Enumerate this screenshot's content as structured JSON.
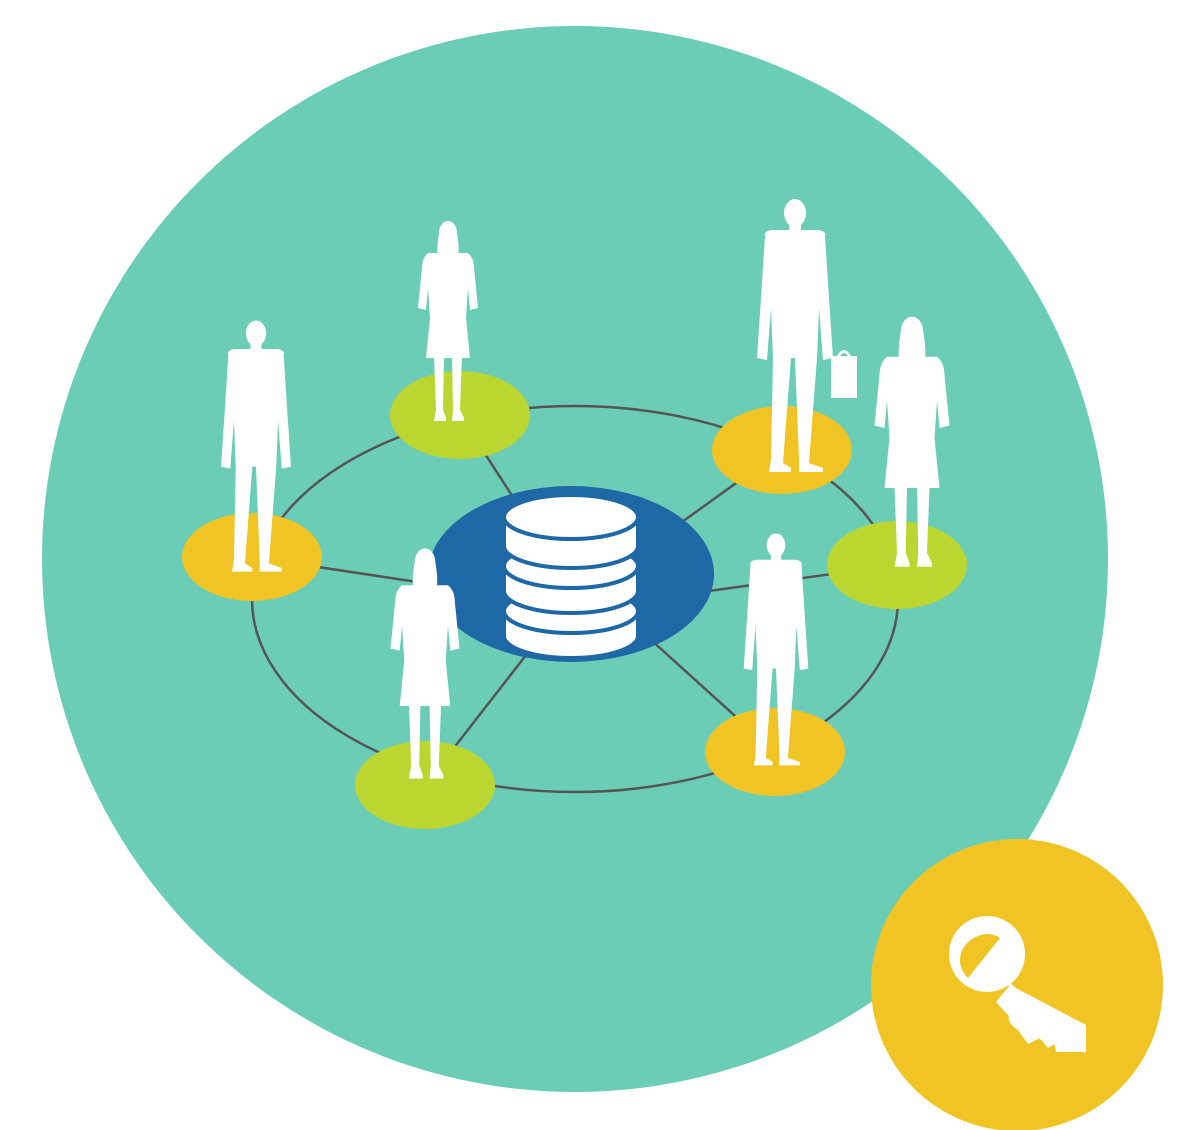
{
  "colors": {
    "background": "#ffffff",
    "big_circle": "#6bcdb6",
    "hub": "#1e69a5",
    "node_gold": "#f0c424",
    "node_lime": "#bbd531",
    "line": "#555555",
    "silhouette": "#ffffff",
    "key_badge": "#f0c424"
  },
  "icons": {
    "hub": "database-icon",
    "badge": "key-icon",
    "people": "person-silhouette-icon"
  },
  "nodes": [
    {
      "name": "node-top",
      "color": "lime",
      "figure": "woman"
    },
    {
      "name": "node-top-right",
      "color": "gold",
      "figure": "man-with-briefcase"
    },
    {
      "name": "node-right",
      "color": "lime",
      "figure": "woman"
    },
    {
      "name": "node-bottom-right",
      "color": "gold",
      "figure": "man"
    },
    {
      "name": "node-bottom-left",
      "color": "lime",
      "figure": "woman"
    },
    {
      "name": "node-left",
      "color": "gold",
      "figure": "man"
    }
  ]
}
